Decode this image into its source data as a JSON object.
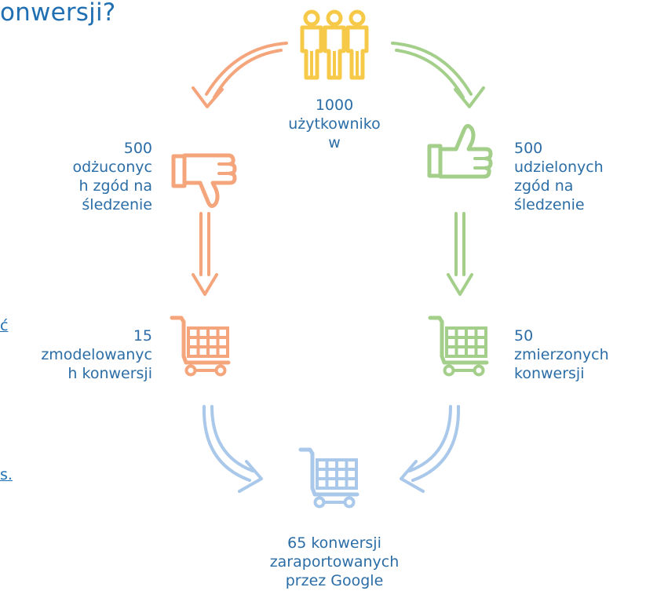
{
  "title_fragment": "onwersji?",
  "left_fragments": [
    "ć",
    "s."
  ],
  "nodes": {
    "users": "1000\nużytkowniko\nw",
    "rejected_consents": "500\nodżuconyc\nh zgód na\nśledzenie",
    "granted_consents": "500\nudzielonych\nzgód na\nśledzenie",
    "modeled_conversions": "15\nzmodelowanyc\nh konwersji",
    "measured_conversions": "50\nzmierzonych\nkonwersji",
    "reported_conversions": "65 konwersji\nzaraportowanych\nprzez Google"
  },
  "colors": {
    "title": "#1f6fb2",
    "text": "#2b6da6",
    "people": "#f7c948",
    "rejected": "#f4a57b",
    "granted": "#a3cf8a",
    "reported": "#a9c8ea"
  },
  "icons": {
    "users": "people-group-icon",
    "rejected": "thumbs-down-icon",
    "granted": "thumbs-up-icon",
    "modeled_cart": "shopping-cart-icon",
    "measured_cart": "shopping-cart-icon",
    "reported_cart": "shopping-cart-icon"
  }
}
